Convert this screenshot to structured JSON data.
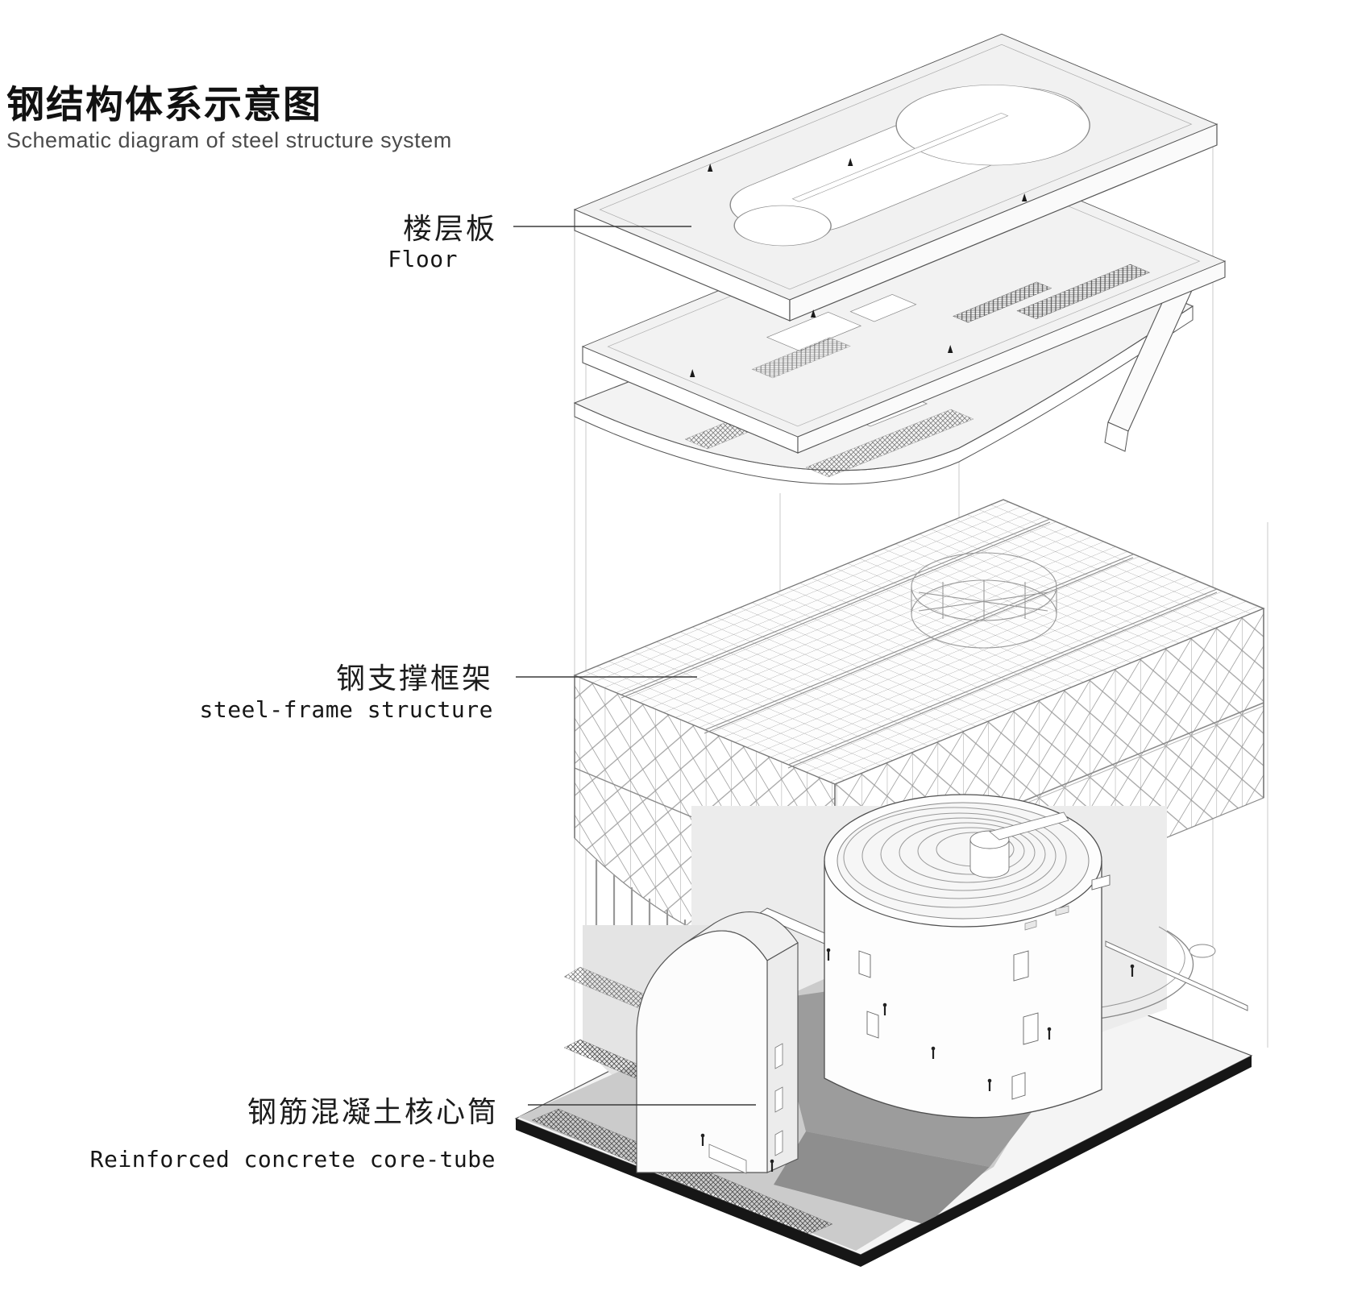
{
  "header": {
    "title_zh": "钢结构体系示意图",
    "title_en": "Schematic diagram of steel structure system"
  },
  "annotations": {
    "floor": {
      "zh": "楼层板",
      "en": "Floor"
    },
    "steel_frame": {
      "zh": "钢支撑框架",
      "en": "steel-frame structure"
    },
    "core_tube": {
      "zh": "钢筋混凝土核心筒",
      "en": "Reinforced concrete core-tube"
    }
  },
  "diagram": {
    "type": "exploded axonometric",
    "layers": [
      {
        "id": "floor-slabs",
        "zh": "楼层板",
        "en": "Floor"
      },
      {
        "id": "steel-frame",
        "zh": "钢支撑框架",
        "en": "steel-frame structure"
      },
      {
        "id": "core-tubes",
        "zh": "钢筋混凝土核心筒",
        "en": "Reinforced concrete core-tube"
      }
    ],
    "colors": {
      "line": "#4a4a4a",
      "truss_line": "#909090",
      "slab_fill": "#f2f2f2",
      "shadow_light": "#ececec",
      "shadow_mid": "#cbcbcb",
      "shadow_dark": "#9c9c9c",
      "ground_edge": "#161616",
      "background": "#ffffff"
    }
  }
}
